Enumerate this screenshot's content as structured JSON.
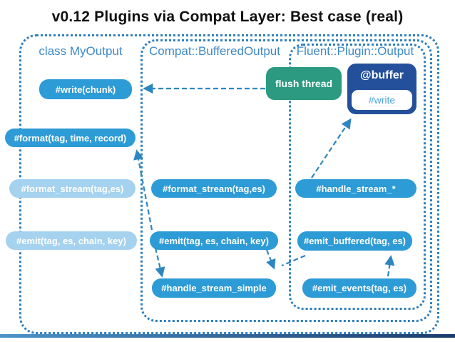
{
  "slide": {
    "title": "v0.12 Plugins via Compat Layer: Best case (real)"
  },
  "containers": {
    "my_output": {
      "label": "class MyOutput"
    },
    "compat": {
      "label": "Compat::BufferedOutput"
    },
    "fluent": {
      "label": "Fluent::Plugin::Output"
    }
  },
  "nodes": {
    "write_chunk": {
      "label": "#write(chunk)"
    },
    "format": {
      "label": "#format(tag, time, record)"
    },
    "format_stream_my": {
      "label": "#format_stream(tag,es)"
    },
    "emit_my": {
      "label": "#emit(tag, es, chain, key)"
    },
    "flush_thread": {
      "label": "flush thread"
    },
    "format_stream_compat": {
      "label": "#format_stream(tag,es)"
    },
    "emit_compat": {
      "label": "#emit(tag, es, chain, key)"
    },
    "handle_stream_simple": {
      "label": "#handle_stream_simple"
    },
    "buffer": {
      "label": "@buffer"
    },
    "buffer_write": {
      "label": "#write"
    },
    "handle_stream_star": {
      "label": "#handle_stream_*"
    },
    "emit_buffered": {
      "label": "#emit_buffered(tag, es)"
    },
    "emit_events": {
      "label": "#emit_events(tag, es)"
    }
  },
  "colors": {
    "box_blue": "#2D9BD5",
    "box_blue_light": "#A5D2EF",
    "box_navy": "#24509B",
    "box_green": "#2B9A80",
    "border_dotted": "#2E7FBE",
    "arrow": "#2E86C1",
    "header_text": "#3E89C6",
    "title_text": "#111111",
    "buffer_write_text": "#4FA3D8",
    "footer_left": "#4B93C9",
    "footer_right": "#1B3C6E"
  }
}
